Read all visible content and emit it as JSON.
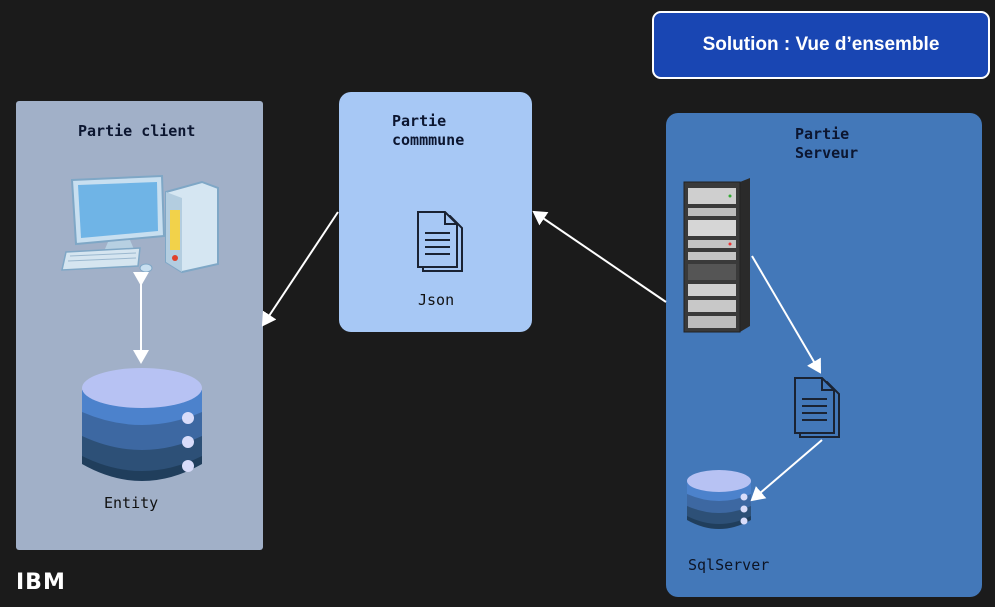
{
  "title": "Solution :  Vue d’ensemble",
  "panels": {
    "client": {
      "title": "Partie client",
      "db_label": "Entity"
    },
    "common": {
      "title_line1": "Partie",
      "title_line2": "commmune",
      "doc_label": "Json"
    },
    "server": {
      "title_line1": "Partie",
      "title_line2": "Serveur",
      "db_label": "SqlServer"
    }
  },
  "logo": "IBM",
  "colors": {
    "background": "#1b1b1b",
    "client_panel": "#a1b0c8",
    "common_panel": "#a7c8f5",
    "server_panel": "#4378b9",
    "title_box": "#1946b3"
  }
}
